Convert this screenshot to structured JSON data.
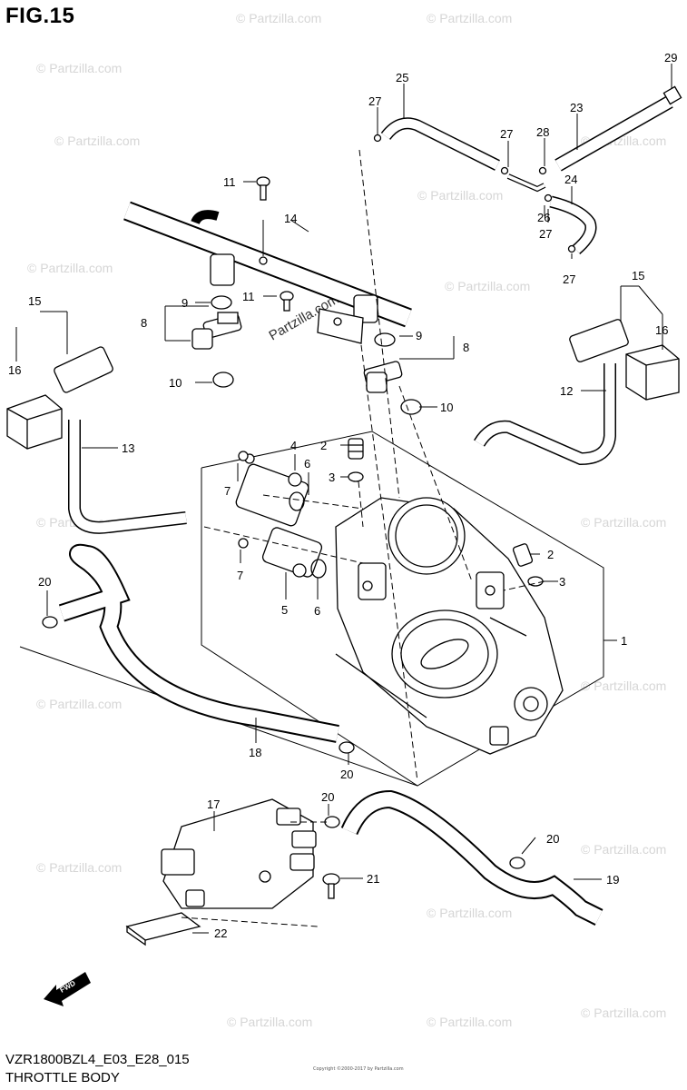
{
  "figure": {
    "title": "FIG.15",
    "model_code": "VZR1800BZL4_E03_E28_015",
    "caption": "THROTTLE BODY",
    "copyright": "Copyright ©2000-2017 by Partzilla.com"
  },
  "watermark": {
    "text": "© Partzilla.com",
    "center_text": "Partzilla.com"
  },
  "fwd_label": "FWD",
  "callouts": [
    {
      "id": "c29",
      "label": "29"
    },
    {
      "id": "c25",
      "label": "25"
    },
    {
      "id": "c27a",
      "label": "27"
    },
    {
      "id": "c23",
      "label": "23"
    },
    {
      "id": "c28",
      "label": "28"
    },
    {
      "id": "c27b",
      "label": "27"
    },
    {
      "id": "c11a",
      "label": "11"
    },
    {
      "id": "c14",
      "label": "14"
    },
    {
      "id": "c26",
      "label": "26"
    },
    {
      "id": "c24",
      "label": "24"
    },
    {
      "id": "c27c",
      "label": "27"
    },
    {
      "id": "c27d",
      "label": "27"
    },
    {
      "id": "c15a",
      "label": "15"
    },
    {
      "id": "c15b",
      "label": "15"
    },
    {
      "id": "c9a",
      "label": "9"
    },
    {
      "id": "c11b",
      "label": "11"
    },
    {
      "id": "c16a",
      "label": "16"
    },
    {
      "id": "c8a",
      "label": "8"
    },
    {
      "id": "c9b",
      "label": "9"
    },
    {
      "id": "c8b",
      "label": "8"
    },
    {
      "id": "c16b",
      "label": "16"
    },
    {
      "id": "c10a",
      "label": "10"
    },
    {
      "id": "c12",
      "label": "12"
    },
    {
      "id": "c10b",
      "label": "10"
    },
    {
      "id": "c4",
      "label": "4"
    },
    {
      "id": "c2a",
      "label": "2"
    },
    {
      "id": "c13",
      "label": "13"
    },
    {
      "id": "c6a",
      "label": "6"
    },
    {
      "id": "c3a",
      "label": "3"
    },
    {
      "id": "c7a",
      "label": "7"
    },
    {
      "id": "c2b",
      "label": "2"
    },
    {
      "id": "c3b",
      "label": "3"
    },
    {
      "id": "c7b",
      "label": "7"
    },
    {
      "id": "c20a",
      "label": "20"
    },
    {
      "id": "c5",
      "label": "5"
    },
    {
      "id": "c6b",
      "label": "6"
    },
    {
      "id": "c1",
      "label": "1"
    },
    {
      "id": "c18",
      "label": "18"
    },
    {
      "id": "c20b",
      "label": "20"
    },
    {
      "id": "c17",
      "label": "17"
    },
    {
      "id": "c20c",
      "label": "20"
    },
    {
      "id": "c20d",
      "label": "20"
    },
    {
      "id": "c19",
      "label": "19"
    },
    {
      "id": "c21",
      "label": "21"
    },
    {
      "id": "c22",
      "label": "22"
    }
  ]
}
